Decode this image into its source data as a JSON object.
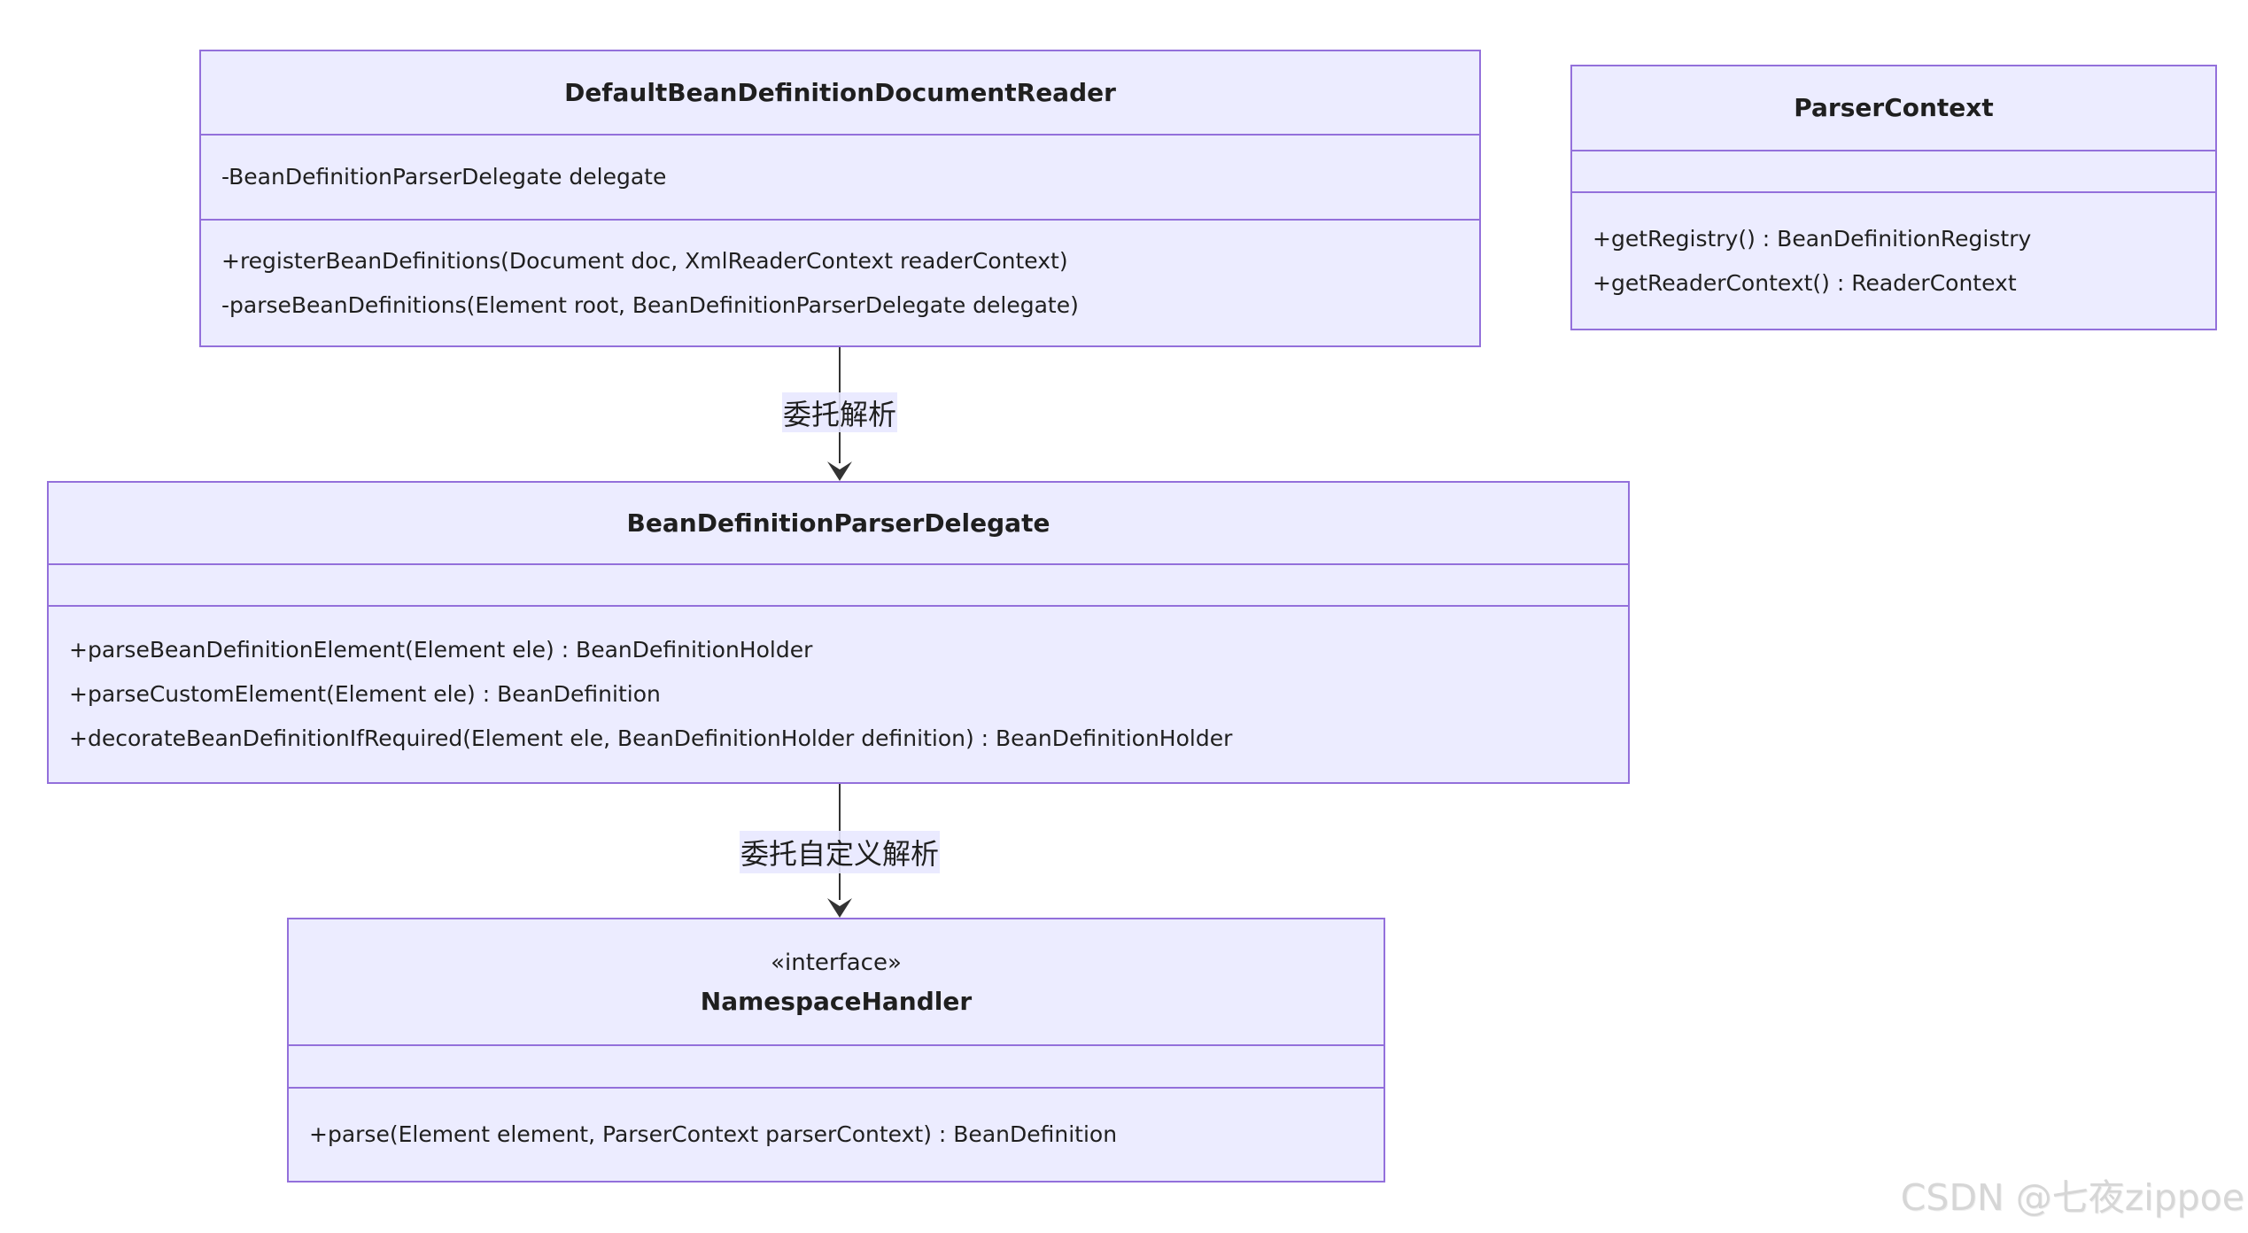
{
  "diagram": {
    "type": "uml-class-diagram",
    "classes": [
      {
        "name": "DefaultBeanDefinitionDocumentReader",
        "stereotype": "",
        "attributes": [
          "-BeanDefinitionParserDelegate delegate"
        ],
        "methods": [
          "+registerBeanDefinitions(Document doc, XmlReaderContext readerContext)",
          "-parseBeanDefinitions(Element root, BeanDefinitionParserDelegate delegate)"
        ]
      },
      {
        "name": "ParserContext",
        "stereotype": "",
        "attributes": [],
        "methods": [
          "+getRegistry() : BeanDefinitionRegistry",
          "+getReaderContext() : ReaderContext"
        ]
      },
      {
        "name": "BeanDefinitionParserDelegate",
        "stereotype": "",
        "attributes": [],
        "methods": [
          "+parseBeanDefinitionElement(Element ele) : BeanDefinitionHolder",
          "+parseCustomElement(Element ele) : BeanDefinition",
          "+decorateBeanDefinitionIfRequired(Element ele, BeanDefinitionHolder definition) : BeanDefinitionHolder"
        ]
      },
      {
        "name": "NamespaceHandler",
        "stereotype": "«interface»",
        "attributes": [],
        "methods": [
          "+parse(Element element, ParserContext parserContext) : BeanDefinition"
        ]
      }
    ],
    "edges": [
      {
        "from": "DefaultBeanDefinitionDocumentReader",
        "to": "BeanDefinitionParserDelegate",
        "label": "委托解析"
      },
      {
        "from": "BeanDefinitionParserDelegate",
        "to": "NamespaceHandler",
        "label": "委托自定义解析"
      }
    ],
    "colors": {
      "box_fill": "#ECECFF",
      "box_border": "#9370DB",
      "text": "#1f1f1f",
      "arrow": "#333333",
      "edge_label_bg": "#E8E8FF",
      "watermark": "#D6D6D6"
    }
  },
  "watermark": {
    "text": "CSDN @七夜zippoe"
  }
}
